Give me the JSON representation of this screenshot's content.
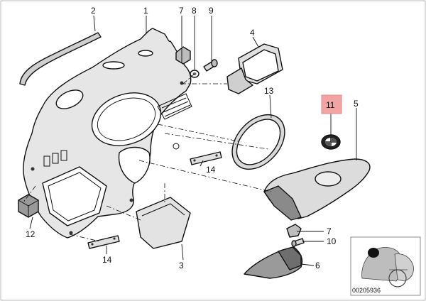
{
  "labels": {
    "p1": "1",
    "p2": "2",
    "p3": "3",
    "p4": "4",
    "p5": "5",
    "p6": "6",
    "p7a": "7",
    "p7b": "7",
    "p8": "8",
    "p9": "9",
    "p10": "10",
    "p11": "11",
    "p12": "12",
    "p13": "13",
    "p14a": "14",
    "p14b": "14"
  },
  "highlight_color": "#f2a3a3",
  "part_fill": "#e6e6e6",
  "part_dark": "#8a8a8a",
  "diagram_id": "00205936"
}
